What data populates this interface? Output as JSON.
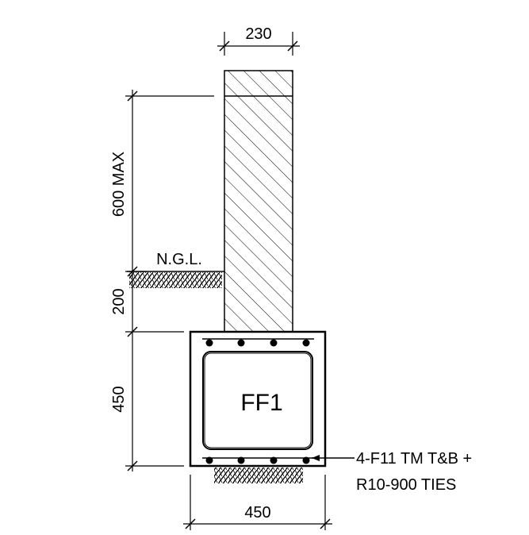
{
  "dimensions": {
    "column_width": "230",
    "height_above_ngl": "600 MAX",
    "depth_below_ngl": "200",
    "footing_depth": "450",
    "footing_width": "450"
  },
  "labels": {
    "ground_level": "N.G.L.",
    "footing_mark": "FF1",
    "reinforcement_line1": "4-F11 TM T&B +",
    "reinforcement_line2": "R10-900 TIES"
  },
  "colors": {
    "ink": "#000000",
    "paper": "#ffffff"
  }
}
